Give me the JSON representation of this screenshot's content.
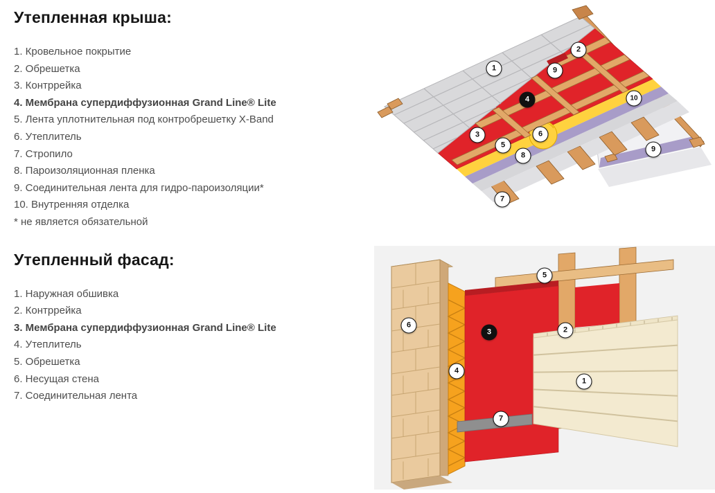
{
  "roof": {
    "title": "Утепленная крыша:",
    "items": [
      "1. Кровельное покрытие",
      "2. Обрешетка",
      "3. Контррейка",
      "4. Мембрана супердиффузионная Grand Line® Lite",
      "5. Лента уплотнительная под контробрешетку X-Band",
      "6. Утеплитель",
      "7. Стропило",
      "8. Пароизоляционная пленка",
      "9. Соединительная лента для гидро-пароизоляции*",
      "10. Внутренняя отделка",
      "* не является обязательной"
    ],
    "callouts": [
      {
        "n": "1",
        "variant": "light"
      },
      {
        "n": "2",
        "variant": "light"
      },
      {
        "n": "9",
        "variant": "light"
      },
      {
        "n": "4",
        "variant": "dark"
      },
      {
        "n": "3",
        "variant": "light"
      },
      {
        "n": "5",
        "variant": "light"
      },
      {
        "n": "6",
        "variant": "light"
      },
      {
        "n": "8",
        "variant": "light"
      },
      {
        "n": "10",
        "variant": "light"
      },
      {
        "n": "9",
        "variant": "light"
      },
      {
        "n": "7",
        "variant": "light"
      }
    ]
  },
  "facade": {
    "title": "Утепленный фасад:",
    "items": [
      "1. Наружная обшивка",
      "2. Контррейка",
      "3. Мембрана супердиффузионная Grand Line® Lite",
      "4. Утеплитель",
      "5. Обрешетка",
      "6. Несущая стена",
      "7. Соединительная лента"
    ],
    "callouts": [
      {
        "n": "5",
        "variant": "light"
      },
      {
        "n": "6",
        "variant": "light"
      },
      {
        "n": "3",
        "variant": "dark"
      },
      {
        "n": "2",
        "variant": "light"
      },
      {
        "n": "4",
        "variant": "light"
      },
      {
        "n": "1",
        "variant": "light"
      },
      {
        "n": "7",
        "variant": "light"
      }
    ]
  },
  "palette": {
    "membrane_red": "#e02329",
    "wood_tan": "#e2a868",
    "insulation_yellow": "#ffd23f",
    "insulation_orange": "#f6a21e",
    "vapor_barrier_purple": "#a89cc8",
    "roof_tiles_gray": "#d9d9db",
    "wall_blocks_tan": "#eaca9e",
    "siding_cream": "#f3ead0",
    "facade_background": "#f2f2f2",
    "callout_dark": "#101010",
    "text_heading": "#161616",
    "text_body": "#4d4d4d"
  }
}
